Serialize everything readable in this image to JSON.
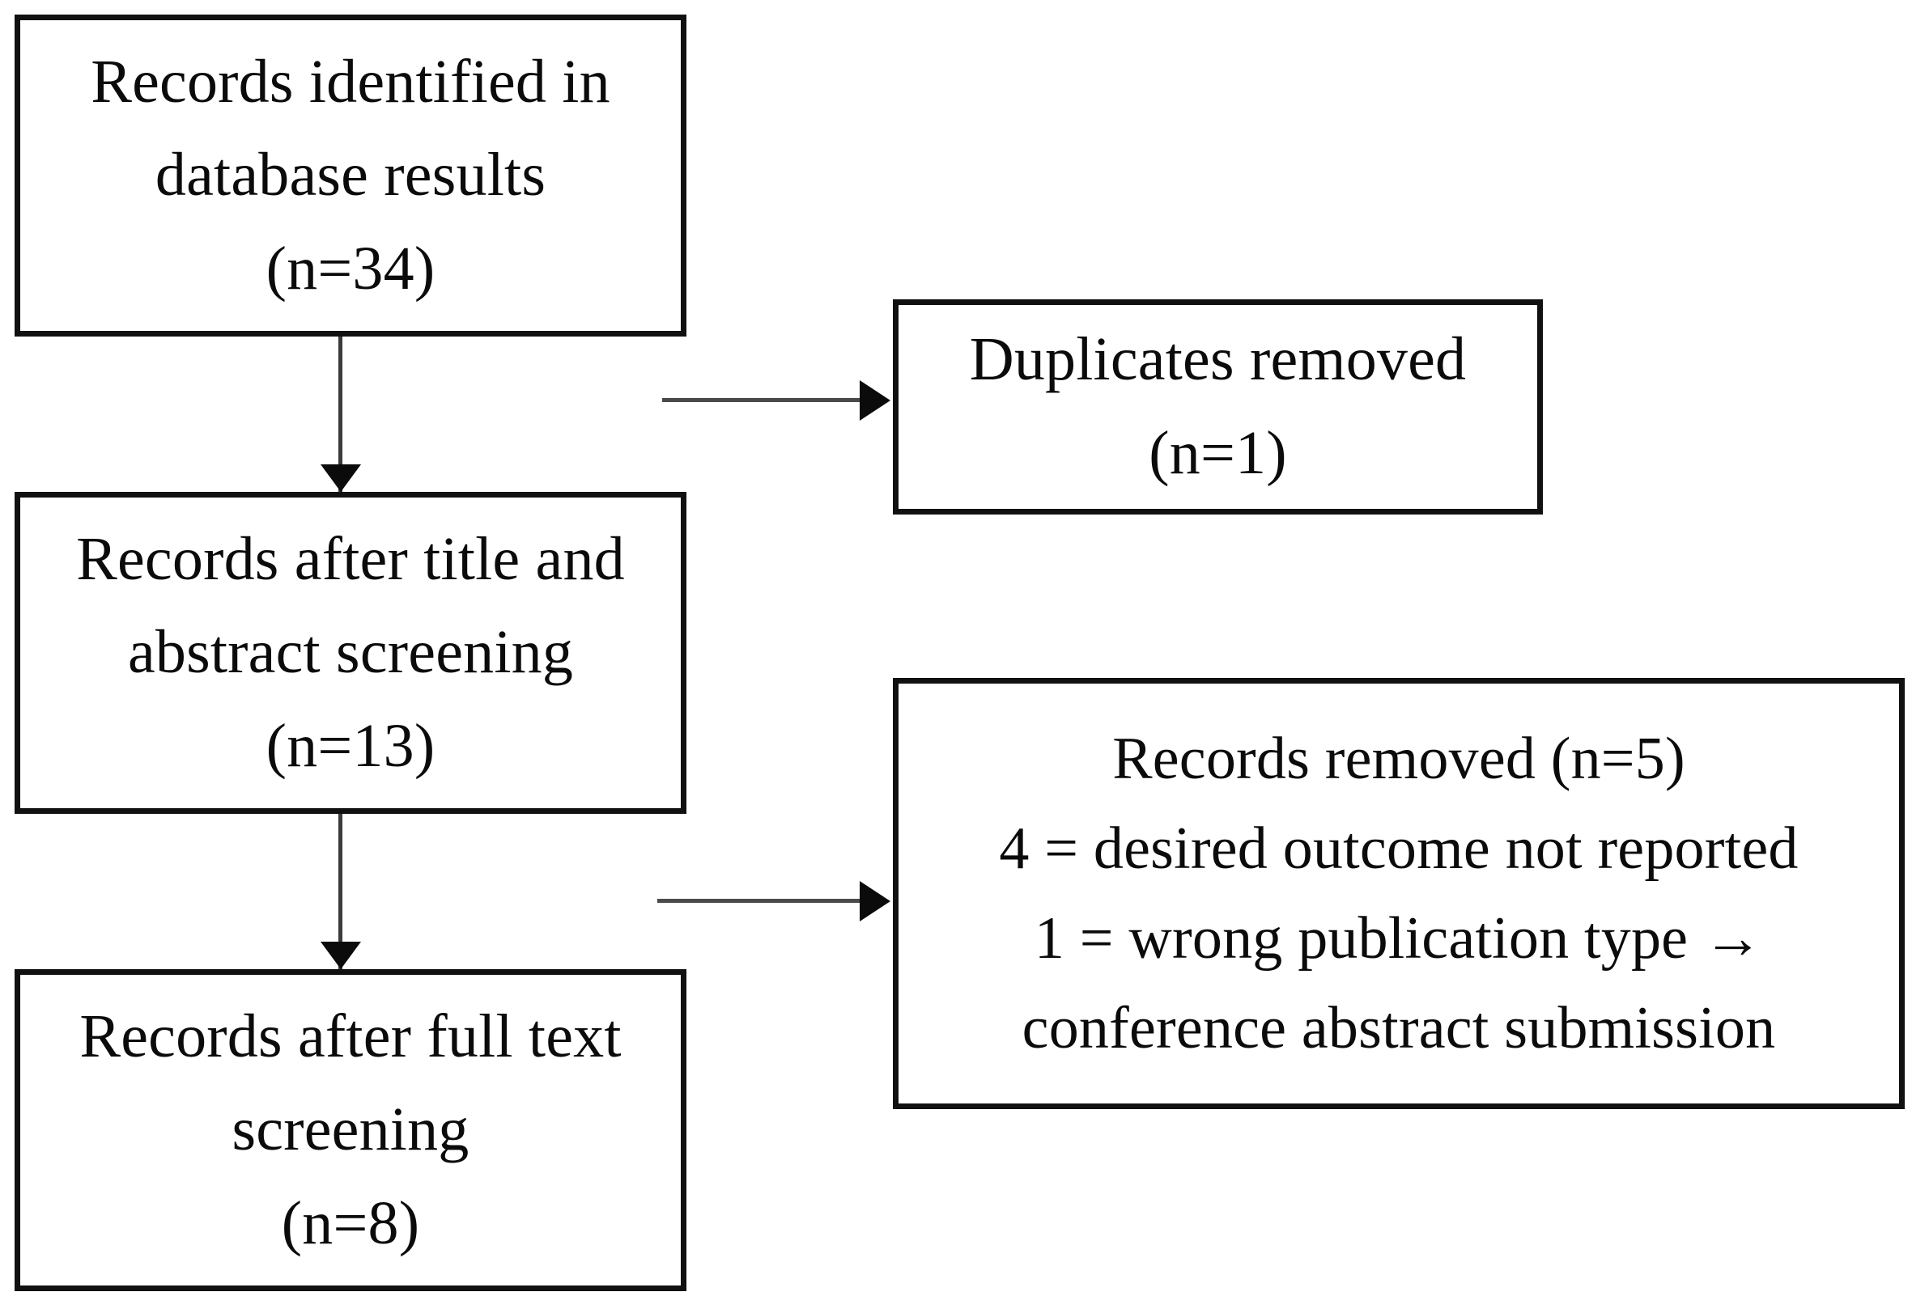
{
  "diagram": {
    "type": "prisma-flow-diagram",
    "nodes": {
      "identified": {
        "name": "records-identified",
        "lines": [
          "Records identified in",
          "database results",
          "(n=34)"
        ],
        "count": 34
      },
      "duplicates": {
        "name": "duplicates-removed",
        "lines": [
          "Duplicates removed",
          "(n=1)"
        ],
        "count": 1
      },
      "title_abstract": {
        "name": "records-after-title-abstract-screening",
        "lines": [
          "Records after title and",
          "abstract screening",
          "(n=13)"
        ],
        "count": 13
      },
      "removed": {
        "name": "records-removed",
        "lines": [
          "Records removed (n=5)",
          "4 = desired outcome not reported",
          "1 = wrong publication type →",
          "conference abstract submission"
        ],
        "count": 5
      },
      "fulltext": {
        "name": "records-after-full-text-screening",
        "lines": [
          "Records after full text",
          "screening",
          "(n=8)"
        ],
        "count": 8
      }
    },
    "colors": {
      "background": "#ffffff",
      "box_border": "#111111",
      "text": "#0b0b0b",
      "connector": "#3b3b3b",
      "arrowhead": "#0b0b0b"
    },
    "connectors": [
      {
        "name": "identified-to-title-abstract",
        "from": "identified",
        "to": "title_abstract",
        "direction": "down"
      },
      {
        "name": "identified-to-duplicates",
        "from": "identified",
        "to": "duplicates",
        "direction": "right"
      },
      {
        "name": "title-abstract-to-fulltext",
        "from": "title_abstract",
        "to": "fulltext",
        "direction": "down"
      },
      {
        "name": "title-abstract-to-removed",
        "from": "title_abstract",
        "to": "removed",
        "direction": "right"
      }
    ]
  }
}
